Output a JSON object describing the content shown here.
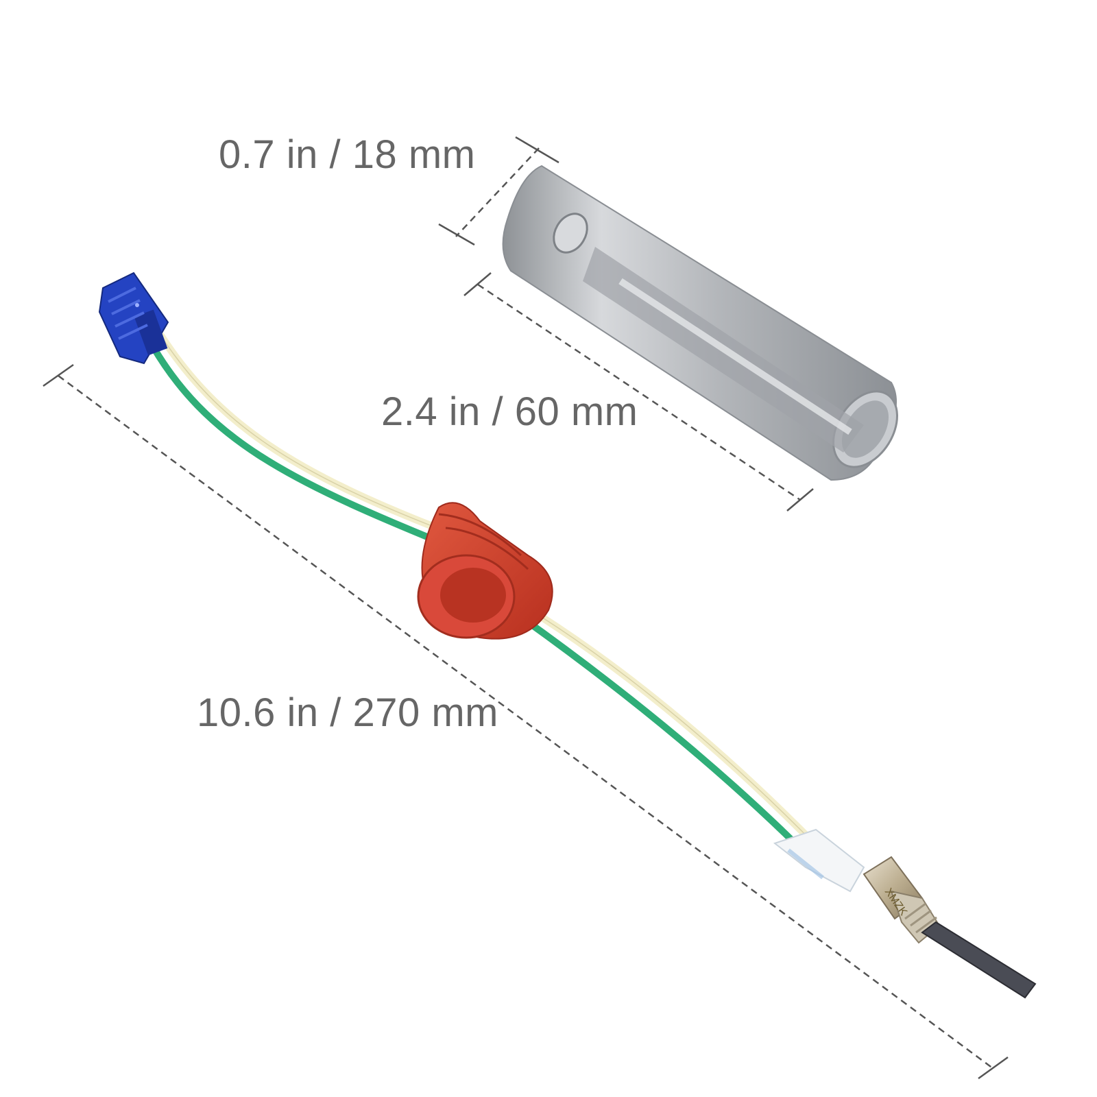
{
  "image": {
    "description": "Product dimension photo: glow plug heater with wires, blue connector, red rubber grommet, and metal sleeve tube",
    "background": "#ffffff"
  },
  "dimensions": {
    "sleeve_diameter": "0.7 in / 18 mm",
    "sleeve_length": "2.4 in / 60 mm",
    "cable_length": "10.6 in / 270 mm"
  },
  "parts": {
    "connector": "blue-connector",
    "wires": [
      "green",
      "cream"
    ],
    "grommet": "red-rubber-grommet",
    "plug_marking": "XMZK",
    "sleeve": "metal-sleeve"
  },
  "colors": {
    "label_text": "#666666",
    "dash_line": "#555555",
    "connector": "#1f3fb8",
    "wire_green": "#2fae78",
    "wire_cream": "#f3eecb",
    "grommet": "#cc3a2a",
    "metal": "#b9bcc0"
  }
}
